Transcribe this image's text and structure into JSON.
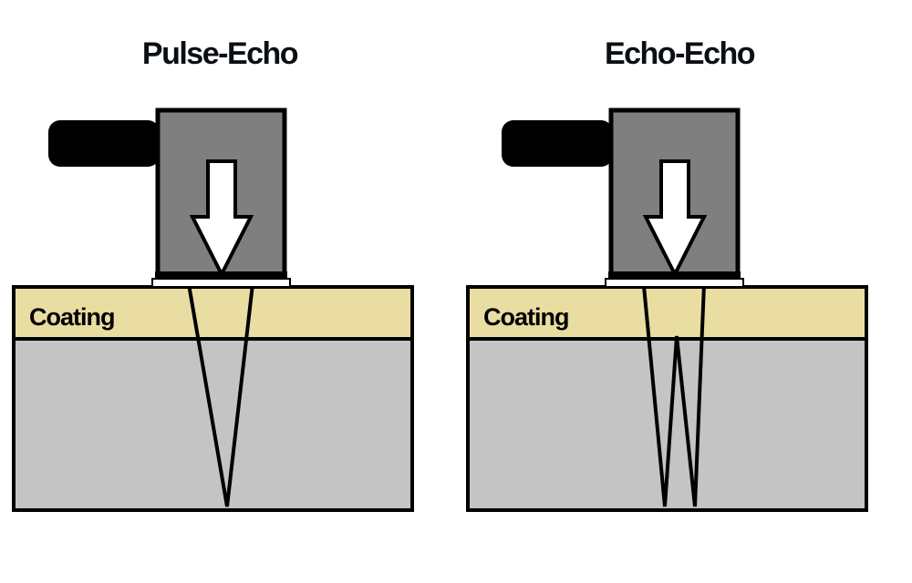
{
  "diagram": {
    "panels": [
      {
        "title": "Pulse-Echo",
        "coating_label": "Coating"
      },
      {
        "title": "Echo-Echo",
        "coating_label": "Coating"
      }
    ],
    "colors": {
      "background": "#FFFFFF",
      "coating": "#EADDA2",
      "substrate": "#C4C4C4",
      "transducer_body": "#7F7F7F",
      "cable": "#000000",
      "outline": "#000000",
      "arrow_fill": "#FFFFFF"
    }
  }
}
